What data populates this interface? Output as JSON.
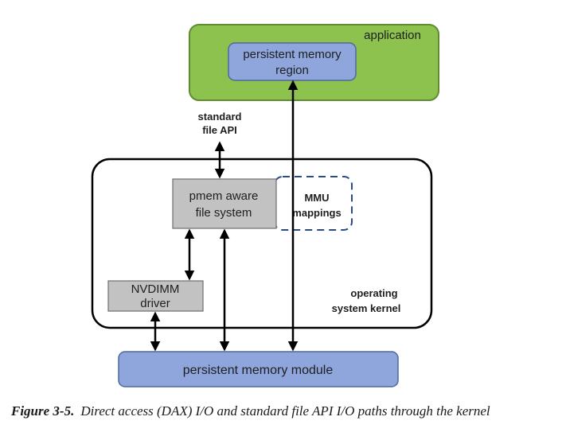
{
  "diagram": {
    "application_label": "application",
    "pm_region_line1": "persistent memory",
    "pm_region_line2": "region",
    "standard_api_line1": "standard",
    "standard_api_line2": "file API",
    "pmem_fs_line1": "pmem aware",
    "pmem_fs_line2": "file system",
    "mmu_line1": "MMU",
    "mmu_line2": "mappings",
    "nvdimm_line1": "NVDIMM",
    "nvdimm_line2": "driver",
    "kernel_line1": "operating",
    "kernel_line2": "system kernel",
    "module_label": "persistent memory module"
  },
  "caption": {
    "figure_number": "Figure 3-5.",
    "text": "Direct access (DAX) I/O and standard file API I/O paths through the kernel"
  },
  "colors": {
    "application_fill": "#8dc24f",
    "application_stroke": "#5f8c30",
    "blue_fill": "#8ea6dc",
    "blue_stroke": "#51679e",
    "gray_fill": "#c2c2c2",
    "gray_stroke": "#6f6f6f",
    "dashed_stroke": "#2b4a87",
    "line": "#000000"
  }
}
